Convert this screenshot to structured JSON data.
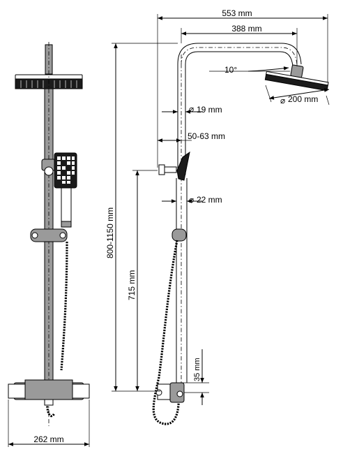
{
  "dimensions": {
    "overall_width": "553 mm",
    "arm_length": "388 mm",
    "arm_angle": "10°",
    "head_diameter": "200 mm",
    "upper_pipe_diameter": "19 mm",
    "wall_distance": "50-63 mm",
    "lower_pipe_diameter": "22 mm",
    "height_range": "800-1150 mm",
    "holder_height": "715 mm",
    "inlet_offset": "35 mm",
    "base_width": "262 mm"
  },
  "symbols": {
    "diameter": "⌀"
  }
}
